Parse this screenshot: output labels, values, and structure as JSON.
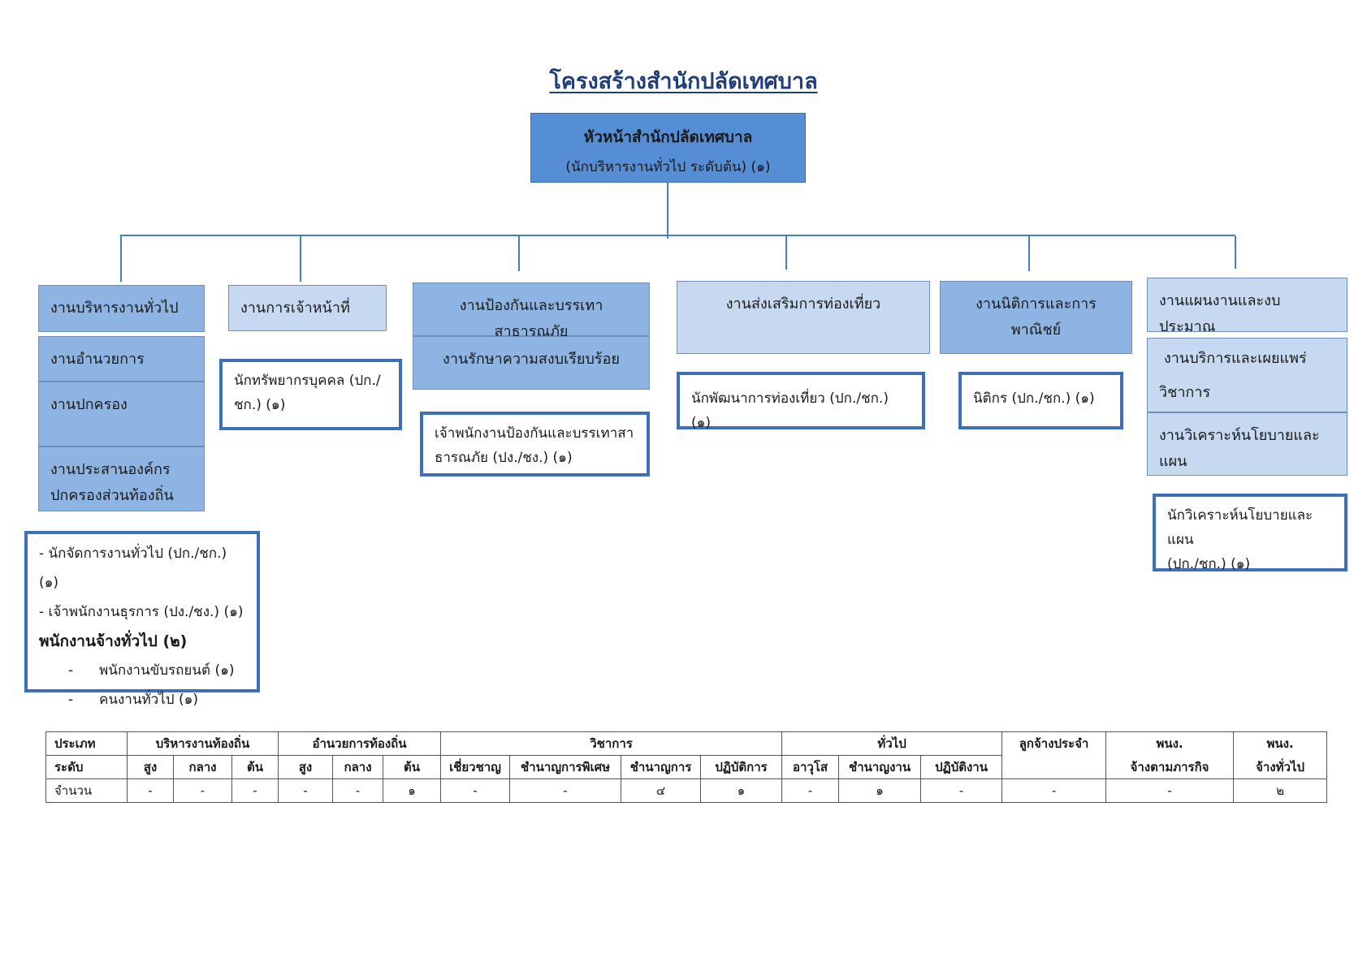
{
  "title": "โครงสร้างสำนักปลัดเทศบาล",
  "head": {
    "name": "หัวหน้าสำนักปลัดเทศบาล",
    "position": "(นักบริหารงานทั่วไป ระดับต้น) (๑)"
  },
  "col1": {
    "units": [
      "งานบริหารงานทั่วไป",
      "งานอำนวยการ",
      "งานปกครอง",
      "งานประสานองค์กร",
      "ปกครองส่วนท้องถิ่น"
    ],
    "staff": [
      "- นักจัดการงานทั่วไป (ปก./ชก.) (๑)",
      "- เจ้าพนักงานธุรการ (ปง./ชง.) (๑)"
    ],
    "employees_title": "พนักงานจ้างทั่วไป (๒)",
    "employees": [
      "พนักงานขับรถยนต์ (๑)",
      "คนงานทั่วไป (๑)"
    ],
    "bullet": "-"
  },
  "col2": {
    "unit": "งานการเจ้าหน้าที่",
    "staff": [
      "นักทรัพยากรบุคคล (ปก./",
      "ชก.) (๑)"
    ]
  },
  "col3": {
    "units": [
      "งานป้องกันและบรรเทาสาธารณภัย",
      "งานรักษาความสงบเรียบร้อย"
    ],
    "staff": [
      "เจ้าพนักงานป้องกันและบรรเทาสา",
      "ธารณภัย (ปง./ชง.) (๑)"
    ]
  },
  "col4": {
    "unit": "งานส่งเสริมการท่องเที่ยว",
    "staff": [
      "นักพัฒนาการท่องเที่ยว (ปก./ชก.) (๑)"
    ]
  },
  "col5": {
    "unit": "งานนิติการและการพาณิชย์",
    "staff": [
      "นิติกร (ปก./ชก.) (๑)"
    ]
  },
  "col6": {
    "units": [
      "งานแผนงานและงบประมาณ",
      "งานบริการและเผยแพร่",
      "วิชาการ",
      "งานวิเคราะห์นโยบายและ",
      "แผน"
    ],
    "staff": [
      "นักวิเคราะห์นโยบายและแผน",
      "(ปก./ชก.) (๑)"
    ]
  },
  "table": {
    "type_label": "ประเภท",
    "level_label": "ระดับ",
    "count_label": "จำนวน",
    "groups": [
      "บริหารงานท้องถิ่น",
      "อำนวยการท้องถิ่น",
      "วิชาการ",
      "ทั่วไป",
      "ลูกจ้างประจำ",
      "พนง.",
      "จ้างตามภารกิจ",
      "พนง.",
      "จ้างทั่วไป"
    ],
    "levels": [
      "สูง",
      "กลาง",
      "ต้น",
      "สูง",
      "กลาง",
      "ต้น",
      "เชี่ยวชาญ",
      "ชำนาญการพิเศษ",
      "ชำนาญการ",
      "ปฏิบัติการ",
      "อาวุโส",
      "ชำนาญงาน",
      "ปฏิบัติงาน"
    ],
    "counts": [
      "-",
      "-",
      "-",
      "-",
      "-",
      "๑",
      "-",
      "-",
      "๔",
      "๑",
      "-",
      "๑",
      "-",
      "-",
      "-",
      "๒"
    ]
  },
  "colors": {
    "dark_box": "#8eb4e3",
    "light_box": "#c6d9f1",
    "head_box": "#558ed5",
    "outline": "#3f6fb7"
  }
}
